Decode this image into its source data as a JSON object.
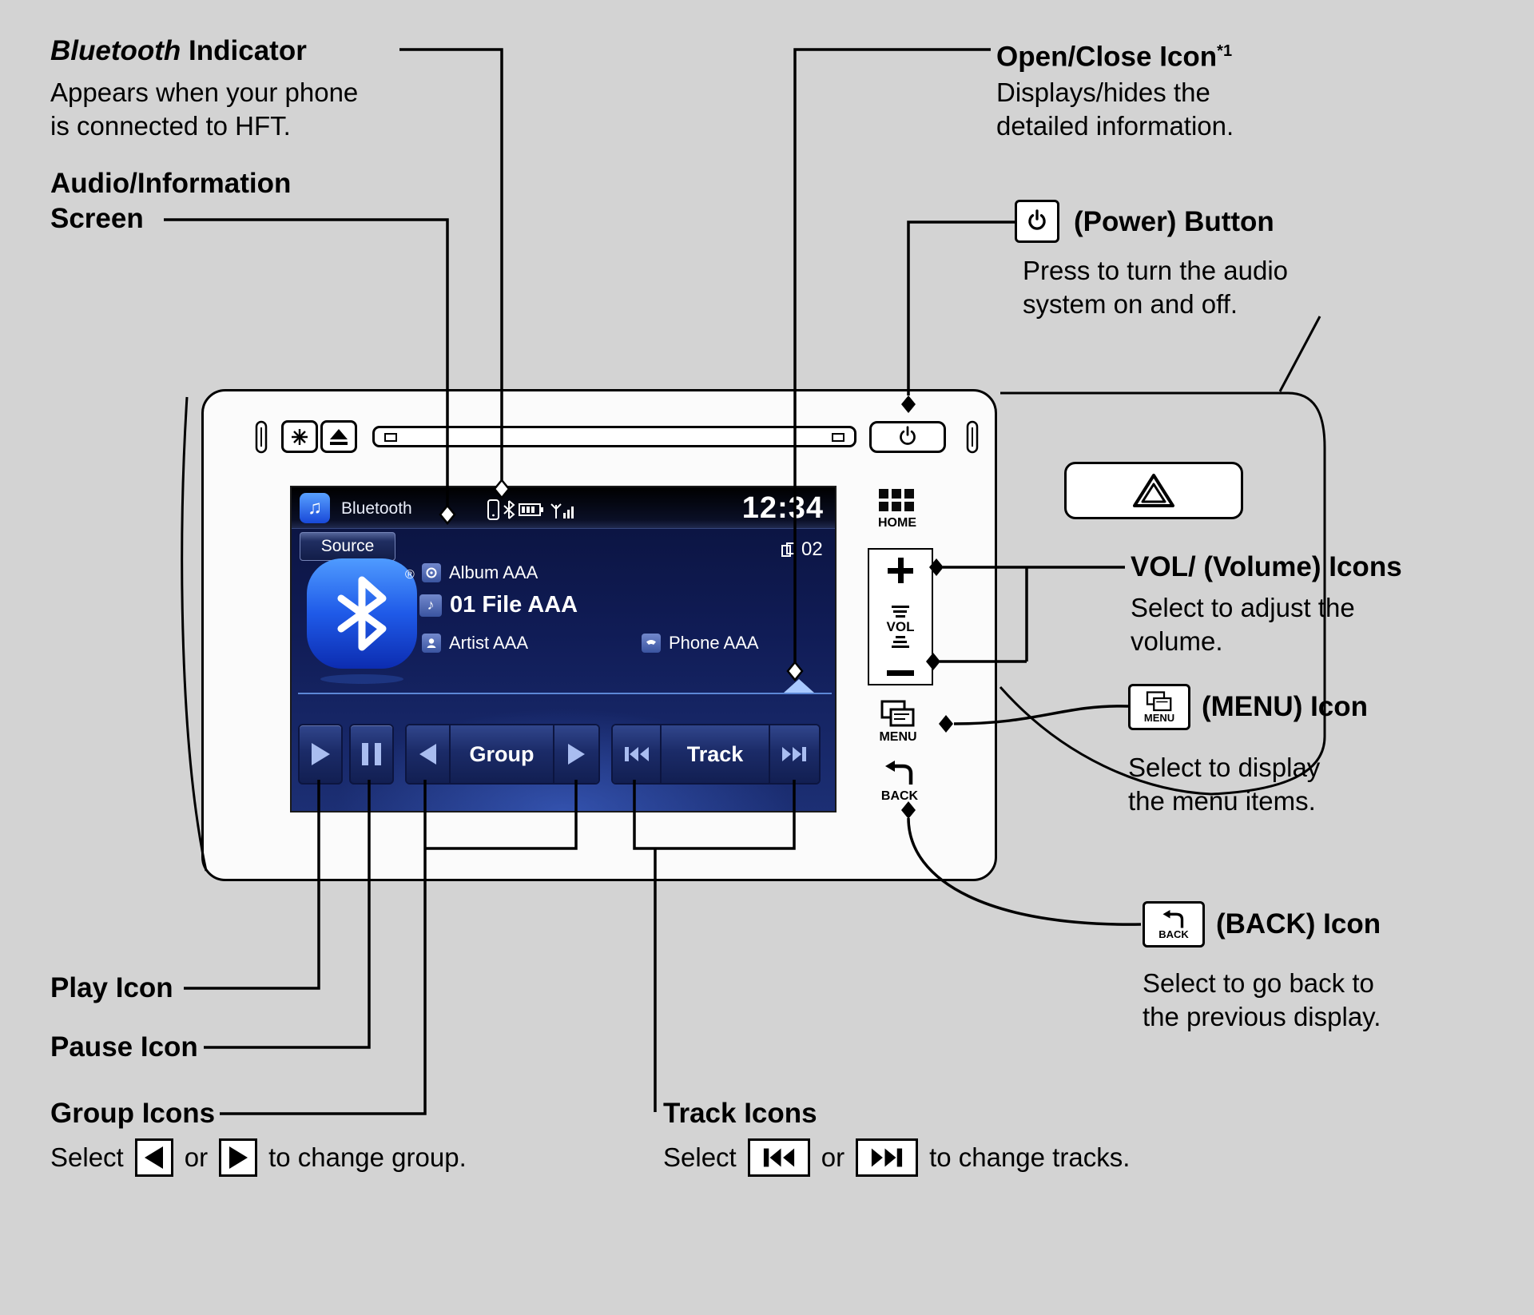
{
  "colors": {
    "bg": "#d3d3d3",
    "screen_navy": "#101c56",
    "accent_blue": "#2a6df5",
    "screen_icon_blue": "#a9bdf0",
    "divider_blue": "#5c87d6"
  },
  "glyphs": {
    "note": "♫",
    "file_note": "♪",
    "registered": "®"
  },
  "icons": {
    "power-icon": "circle with vertical line",
    "eject-icon": "triangle over bar",
    "open-close-icon": "light-blue up triangle",
    "volume-plus-icon": "+",
    "volume-minus-icon": "-",
    "hazard-icon": "double warning triangle",
    "home-icon": "grid of squares",
    "menu-icon": "stacked window pages",
    "back-icon": "u-turn arrow"
  },
  "callouts": {
    "bluetooth_indicator": {
      "title_em": "Bluetooth",
      "title": " Indicator",
      "desc": "Appears when your phone\nis connected to HFT."
    },
    "audio_screen": {
      "title": "Audio/Information\nScreen"
    },
    "open_close": {
      "title": "Open/Close Icon",
      "footnote": "*1",
      "desc": "Displays/hides the\ndetailed information."
    },
    "power": {
      "title": "(Power) Button",
      "desc": "Press to turn the audio\nsystem on and off."
    },
    "volume": {
      "title": "VOL/ (Volume) Icons",
      "desc": "Select to adjust the\nvolume."
    },
    "menu": {
      "title": "(MENU) Icon",
      "desc": "Select to display\nthe menu items."
    },
    "back": {
      "title": "(BACK) Icon",
      "desc": "Select to go back to\nthe previous display."
    },
    "play": {
      "title": "Play Icon"
    },
    "pause": {
      "title": "Pause Icon"
    },
    "group": {
      "title": "Group Icons",
      "select": "Select",
      "or": "or",
      "rest": "to change group."
    },
    "track": {
      "title": "Track Icons",
      "select": "Select",
      "or": "or",
      "rest": "to change tracks."
    }
  },
  "unit": {
    "home_label": "HOME",
    "vol_label": "VOL",
    "menu_label": "MENU",
    "back_label": "BACK"
  },
  "screen": {
    "tab": "Bluetooth",
    "time": "12:34",
    "source": "Source",
    "track_no": "02",
    "album": "Album AAA",
    "file": "01 File AAA",
    "artist": "Artist AAA",
    "phone": "Phone AAA",
    "group": "Group",
    "track": "Track"
  }
}
